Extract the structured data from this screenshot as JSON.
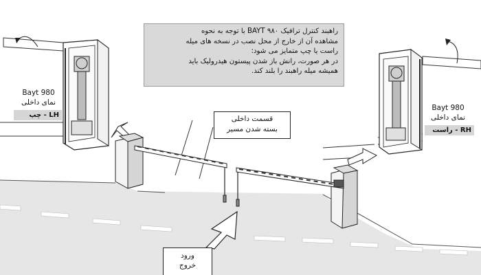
{
  "note": {
    "lines": [
      "راهبند کنترل ترافیک BAYT ۹۸۰ با توجه به نحوه",
      "مشاهده آن از خارج از محل نصب در نسخه های میله",
      "راست یا چپ متمایز می شود:",
      "در هر صورت، رانش باز شدن پیستون هیدرولیک باید",
      "همیشه میله راهبند را بلند کند."
    ]
  },
  "inside_area": {
    "line1": "قسمت داخلی",
    "line2": "بسته شدن مسیر"
  },
  "entrance": {
    "line1": "ورود",
    "line2": "خروج"
  },
  "left_unit": {
    "model": "Bayt 980",
    "view": "نمای داخلی",
    "side": "LH - چپ"
  },
  "right_unit": {
    "model": "Bayt 980",
    "view": "نمای داخلی",
    "side": "RH - راست"
  },
  "colors": {
    "note_background": "#d9d9d9",
    "side_tag_background": "#d6d6d6",
    "road": "#e6e6e6",
    "line": "#222222"
  }
}
